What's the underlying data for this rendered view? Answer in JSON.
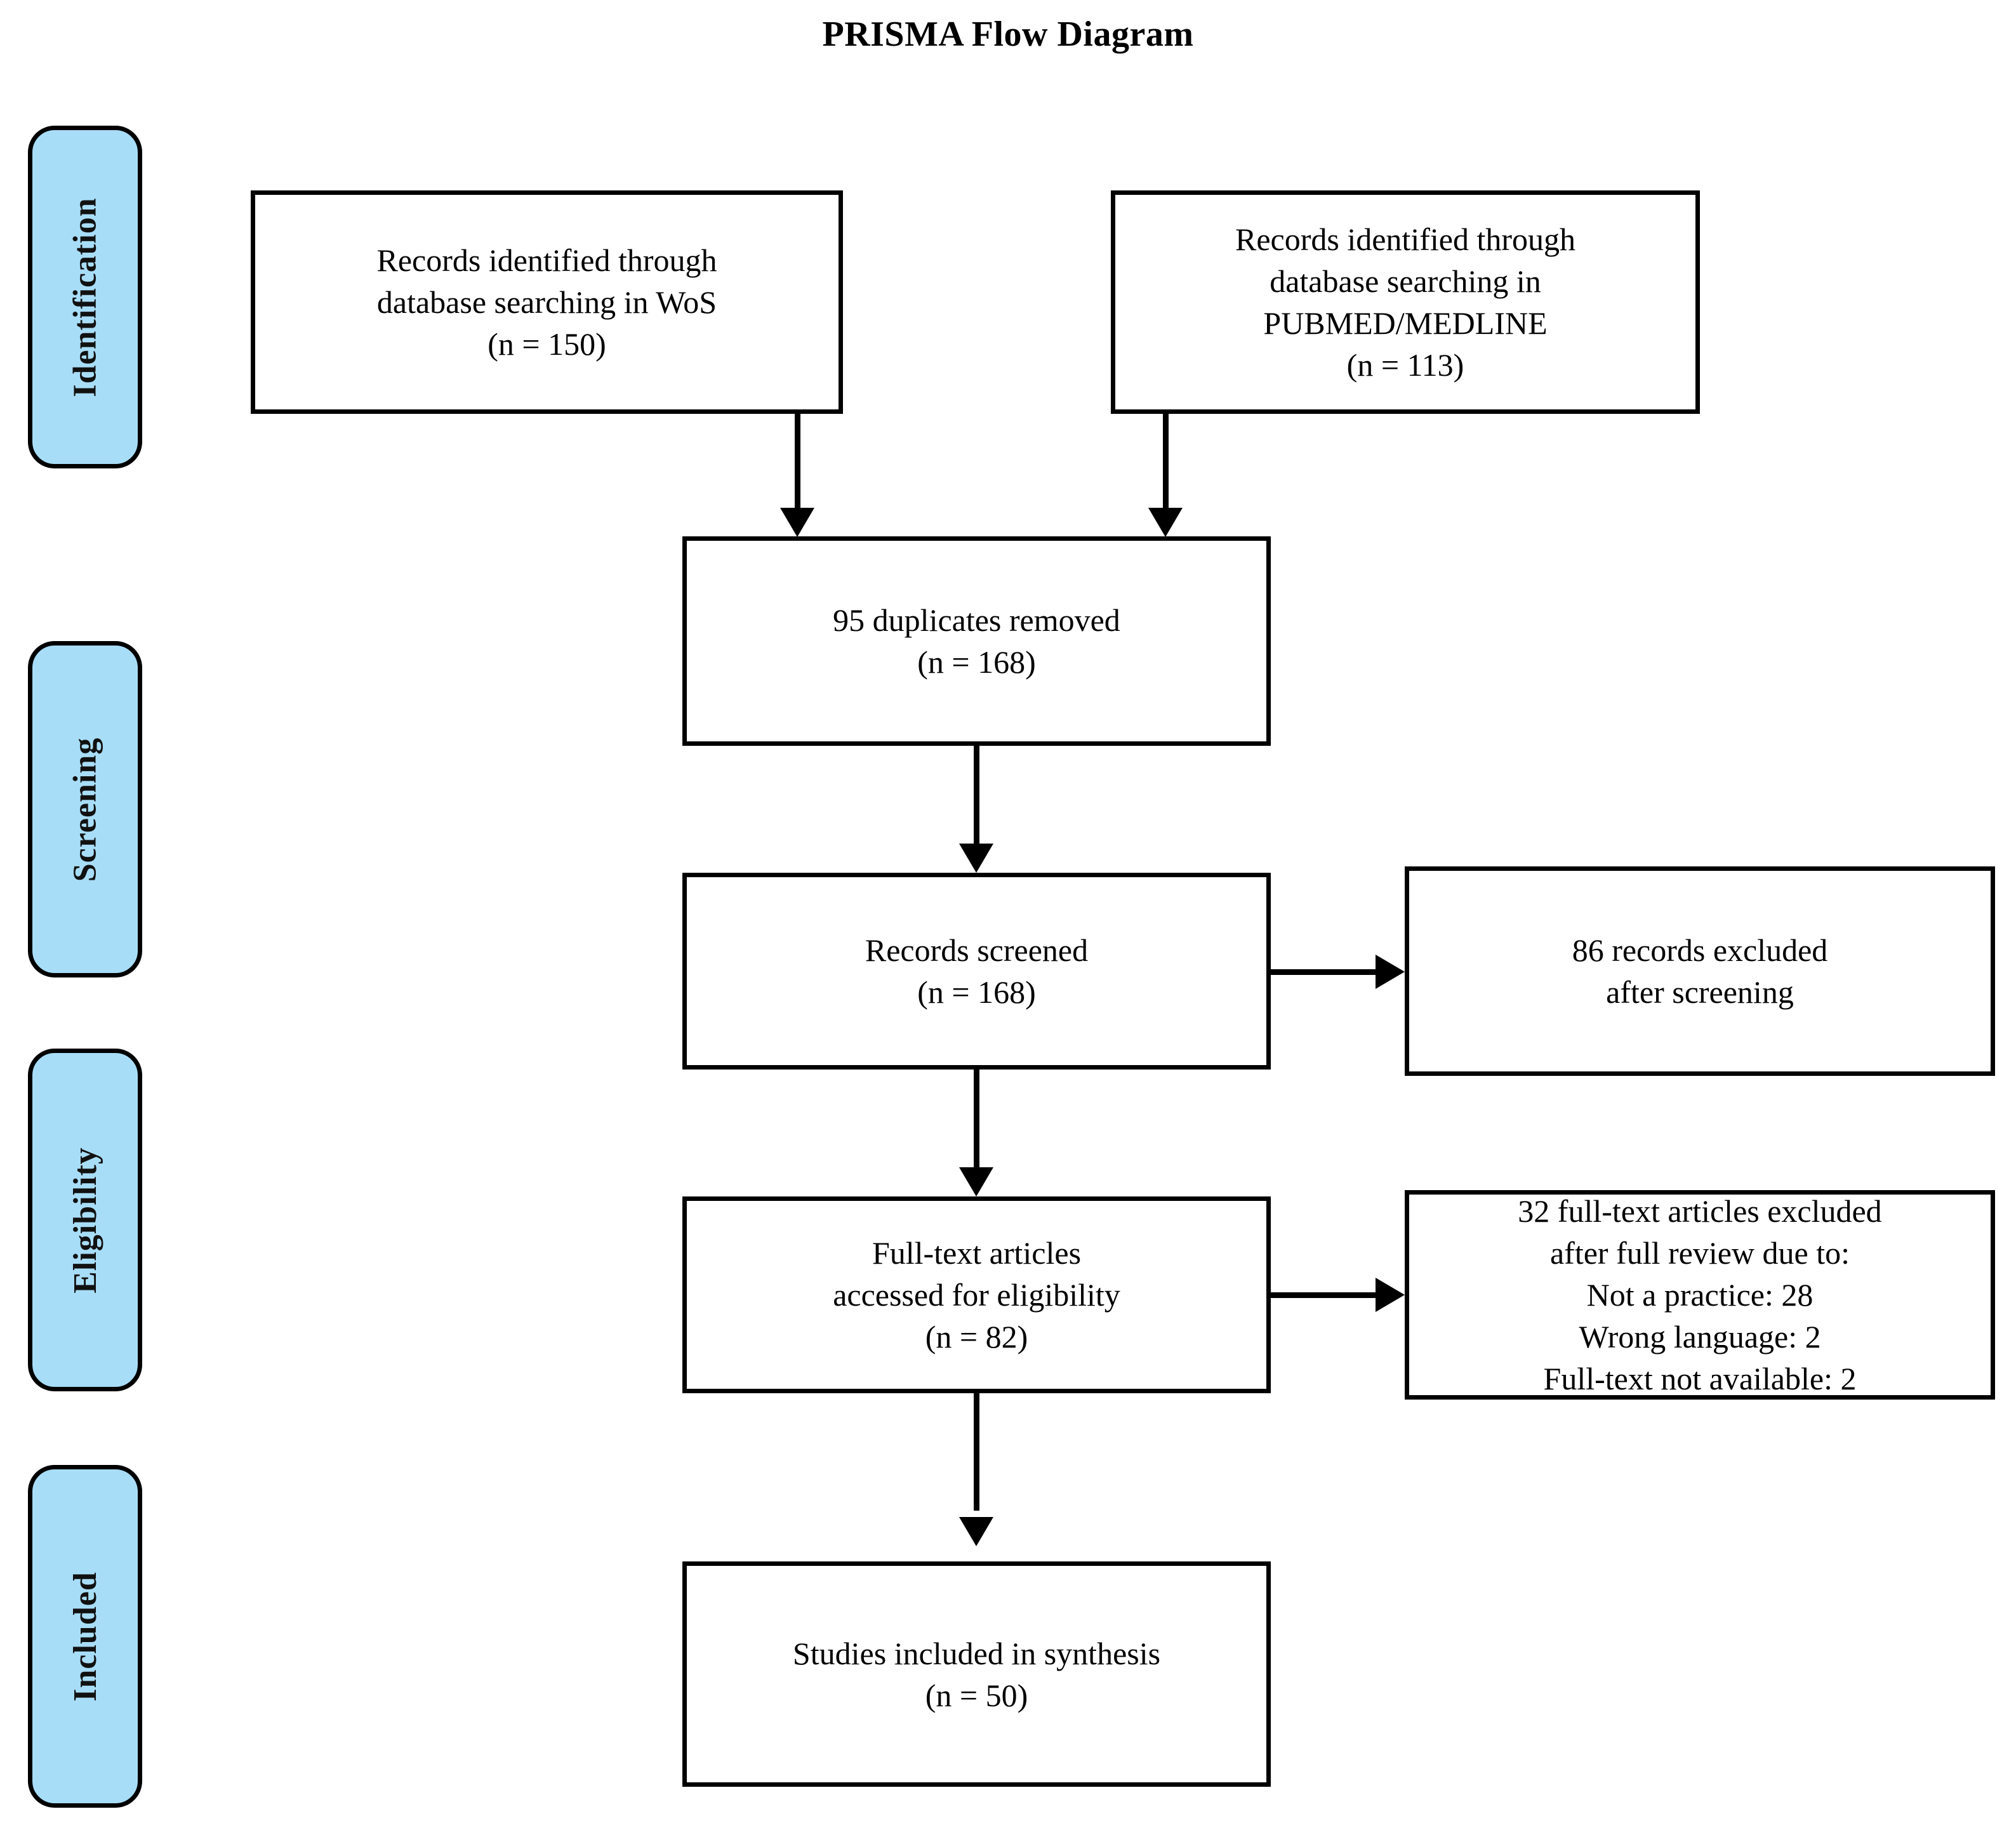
{
  "title": "PRISMA Flow Diagram",
  "colors": {
    "stage_fill": "#A8DDF7",
    "stroke": "#000000",
    "box_fill": "#FFFFFF"
  },
  "stages": [
    {
      "label": "Identification"
    },
    {
      "label": "Screening"
    },
    {
      "label": "Eligibility"
    },
    {
      "label": "Included"
    }
  ],
  "boxes": {
    "wos": {
      "lines": [
        "Records identified through",
        "database searching in WoS",
        "(n = 150)"
      ],
      "count": 150,
      "source": "WoS"
    },
    "pubmed": {
      "lines": [
        "Records identified through",
        "database searching in",
        "PUBMED/MEDLINE",
        "(n = 113)"
      ],
      "count": 113,
      "source": "PUBMED/MEDLINE"
    },
    "duplicates": {
      "lines": [
        "95 duplicates removed",
        "(n = 168)"
      ],
      "removed": 95,
      "count": 168
    },
    "screened": {
      "lines": [
        "Records screened",
        "(n = 168)"
      ],
      "count": 168
    },
    "excluded_screening": {
      "lines": [
        "86 records excluded",
        "after screening"
      ],
      "count": 86
    },
    "fulltext": {
      "lines": [
        "Full-text articles",
        "accessed for eligibility",
        "(n = 82)"
      ],
      "count": 82
    },
    "excluded_fulltext": {
      "lines": [
        "32 full-text articles excluded",
        "after full review due to:",
        "Not a practice:  28",
        "Wrong language:  2",
        "Full-text not available:  2"
      ],
      "count": 32,
      "reasons": [
        {
          "label": "Not a practice",
          "count": 28
        },
        {
          "label": "Wrong language",
          "count": 2
        },
        {
          "label": "Full-text not available",
          "count": 2
        }
      ]
    },
    "included": {
      "lines": [
        "Studies included in synthesis",
        "(n = 50)"
      ],
      "count": 50
    }
  }
}
